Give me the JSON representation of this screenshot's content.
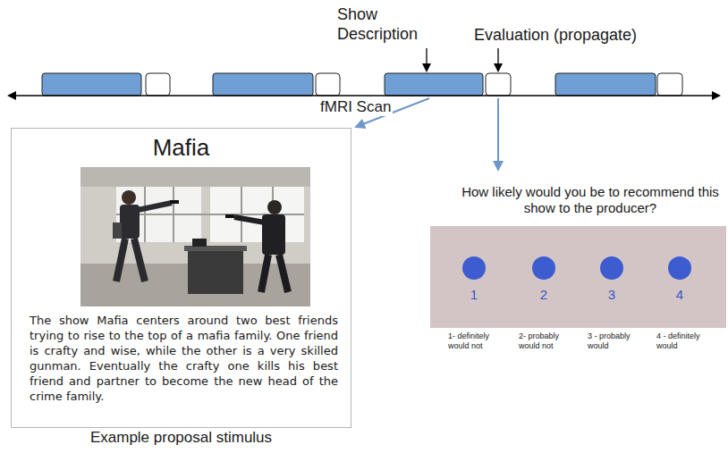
{
  "diagram": {
    "nodes": [
      {
        "text": [
          "Mafia",
          "The show Mafia centers around two best friends trying to rise to the top of a mafia family. One friend is crafty and wise, while the other is a very skilled gunman. Eventually the crafty one kills his best friend and partner to become the new head of the crime family."
        ]
      },
      {
        "text": [
          "1",
          "2",
          "3",
          "4"
        ]
      }
    ],
    "labels": [
      "Show Description",
      "Evaluation (propagate)",
      "fMRI Scan",
      "How likely would you be to recommend this show to the producer?",
      "1- definitely would not",
      "2- probably would not",
      "3 - probably would",
      "4 - definitely would",
      "Example proposal stimulus"
    ]
  }
}
